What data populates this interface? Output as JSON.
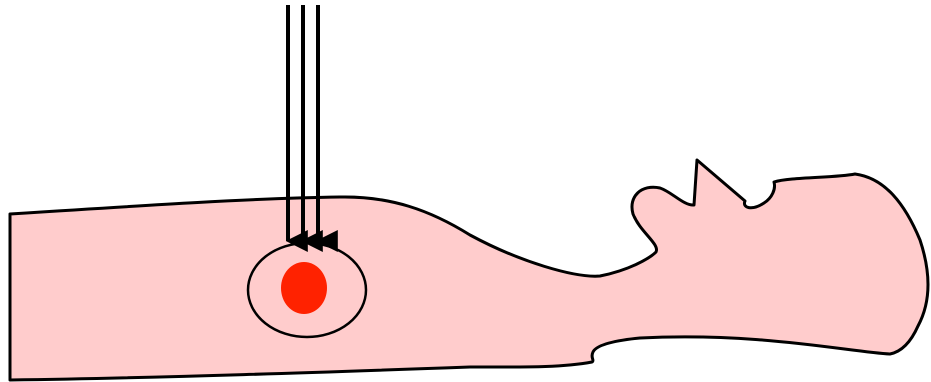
{
  "colors": {
    "background": "#ffffff",
    "body_fill": "#ffcccc",
    "outline": "#000000",
    "tumor": "#ff2200",
    "beam": "#000000"
  },
  "elements": {
    "patient": "patient-silhouette-lying",
    "target_region": "treatment-volume-outline",
    "tumor": "tumor-spot",
    "beam": "three-parallel-downward-arrows"
  }
}
